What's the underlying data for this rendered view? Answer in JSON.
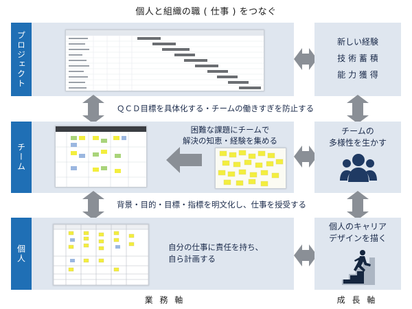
{
  "title": "個人と組織の職 ( 仕事 ) をつなぐ",
  "rows": {
    "project": "プロジェクト",
    "team": "チーム",
    "individual": "個人"
  },
  "connectors": {
    "project_team": "ＱＣＤ目標を具体化する・チームの働きすぎを防止する",
    "team_individual": "背景・目的・目標・指標を明文化し、仕事を授受する"
  },
  "team_center_text": [
    "困難な課題にチームで",
    "解決の知恵・経験を集める"
  ],
  "individual_center_text": [
    "自分の仕事に責任を持ち、",
    "自ら計画する"
  ],
  "growth": {
    "project": [
      "新しい経験",
      "技 術 蓄 積",
      "能 力 獲 得"
    ],
    "team": [
      "チームの",
      "多様性を生かす"
    ],
    "individual": [
      "個人のキャリア",
      "デザインを描く"
    ]
  },
  "icons": {
    "team": "people-group-icon",
    "individual": "stairs-climber-icon"
  },
  "axes": {
    "business": "業 務 軸",
    "growth": "成 長 軸"
  },
  "colors": {
    "label_bar": "#1f6fb5",
    "band": "#dfe6ef",
    "arrow": "#8a8f96",
    "sticky_yellow": "#f3ee3e",
    "sticky_blue": "#9bb7e0",
    "sticky_green": "#a9d47a"
  }
}
